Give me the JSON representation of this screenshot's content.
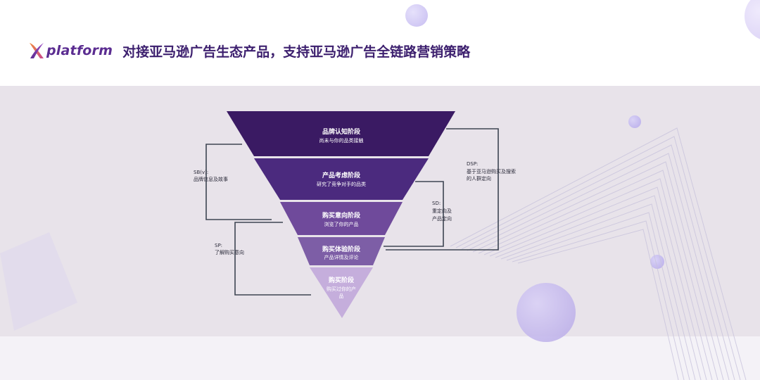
{
  "header": {
    "logo_text": "platform",
    "title": "对接亚马逊广告生态产品，支持亚马逊广告全链路营销策略"
  },
  "funnel": {
    "stages": [
      {
        "title": "品牌认知阶段",
        "subtitle": "尚未与你的品类接触",
        "color": "#3a1a63"
      },
      {
        "title": "产品考虑阶段",
        "subtitle": "研究了竞争对手的品类",
        "color": "#4b2a7e"
      },
      {
        "title": "购买意向阶段",
        "subtitle": "浏览了你的产品",
        "color": "#6f4a9b"
      },
      {
        "title": "购买体验阶段",
        "subtitle": "产品详情及评论",
        "color": "#7d5ea6"
      },
      {
        "title": "购买阶段",
        "subtitle_line1": "购买过你的产",
        "subtitle_line2": "品",
        "color": "#c5aedc"
      }
    ]
  },
  "ad_products": {
    "sbv": {
      "name": "SB(v):",
      "desc": "品牌信息及故事"
    },
    "sp": {
      "name": "SP:",
      "desc": "了解购买意向"
    },
    "sd": {
      "name": "SD:",
      "desc_line1": "重定向及",
      "desc_line2": "产品定向"
    },
    "dsp": {
      "name": "DSP:",
      "desc_line1": "基于亚马逊购买及搜索",
      "desc_line2": "的人群定向"
    }
  },
  "colors": {
    "brand_purple": "#5b2d91",
    "title_purple": "#3c1f6e",
    "band_gray": "#e8e3ea",
    "bracket_line": "#3d4452"
  }
}
